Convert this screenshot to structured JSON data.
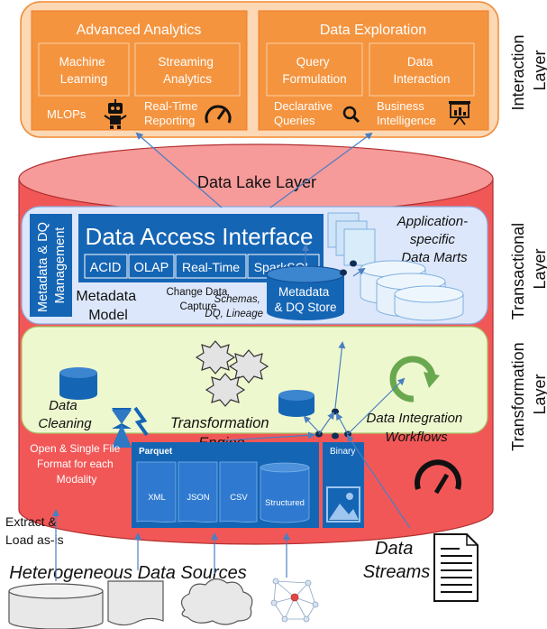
{
  "interaction": {
    "advanced_analytics": {
      "title": "Advanced Analytics",
      "machine_learning": [
        "Machine",
        "Learning"
      ],
      "streaming_analytics": [
        "Streaming",
        "Analytics"
      ],
      "mlops": "MLOPs",
      "real_time_reporting": [
        "Real-Time",
        "Reporting"
      ]
    },
    "data_exploration": {
      "title": "Data Exploration",
      "query_formulation": [
        "Query",
        "Formulation"
      ],
      "data_interaction": [
        "Data",
        "Interaction"
      ],
      "declarative_queries": [
        "Declarative",
        "Queries"
      ],
      "business_intelligence": [
        "Business",
        "Intelligence"
      ]
    }
  },
  "layers": {
    "interaction": [
      "Interaction",
      "Layer"
    ],
    "transactional": [
      "Transactional",
      "Layer"
    ],
    "transformation": [
      "Transformation",
      "Layer"
    ],
    "data_lake": "Data Lake Layer"
  },
  "transactional": {
    "metadata_mgmt": [
      "Metadata & DQ",
      "Management"
    ],
    "dai_title": "Data Access Interface",
    "dai_items": [
      "ACID",
      "OLAP",
      "Real-Time",
      "SparkSQL"
    ],
    "metadata_model": [
      "Metadata",
      "Model"
    ],
    "change_data_capture": [
      "Change Data",
      "Capture"
    ],
    "schemas": [
      "Schemas,",
      "DQ, Lineage"
    ],
    "metadata_store": [
      "Metadata",
      "& DQ Store"
    ],
    "data_marts": [
      "Application-",
      "specific",
      "Data Marts"
    ]
  },
  "transformation": {
    "data_cleaning": [
      "Data",
      "Cleaning"
    ],
    "engine": [
      "Transformation",
      "Engine"
    ],
    "workflows": [
      "Data Integration",
      "Workflows"
    ]
  },
  "storage": {
    "format_text": [
      "Open & Single File",
      "Format for each",
      "Modality"
    ],
    "parquet": "Parquet",
    "formats": [
      "XML",
      "JSON",
      "CSV",
      "Structured"
    ],
    "binary": "Binary"
  },
  "sources": {
    "extract": [
      "Extract &",
      "Load as-is"
    ],
    "heterogeneous": "Heterogeneous Data Sources",
    "streams": [
      "Data",
      "Streams"
    ]
  },
  "colors": {
    "orange": "#f5943f",
    "orange_light": "#fcd8b4",
    "red": "#f25757",
    "red_top": "#f79a9a",
    "blue_dark": "#1565b5",
    "blue_light": "#dde7fb",
    "green_light": "#eef8cf",
    "green_arrow": "#6aa84f"
  }
}
